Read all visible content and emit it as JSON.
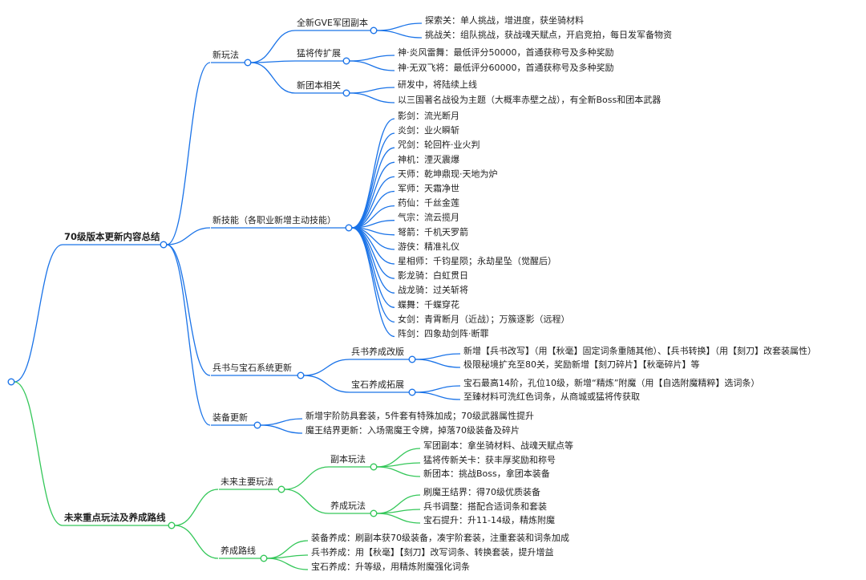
{
  "colors": {
    "update_branch": "#1a73e8",
    "future_branch": "#34c759"
  },
  "update": {
    "title": "70级版本更新内容总结",
    "new_modes": {
      "title": "新玩法",
      "gve": {
        "title": "全新GVE军团副本",
        "items": [
          "探索关：单人挑战，增进度，获坐骑材料",
          "挑战关：组队挑战，获战魂天赋点，开启竞拍，每日发军备物资"
        ]
      },
      "general": {
        "title": "猛将传扩展",
        "items": [
          "神·炎风雷舞：最低评分50000，首通获称号及多种奖励",
          "神·无双飞将：最低评分60000，首通获称号及多种奖励"
        ]
      },
      "team": {
        "title": "新团本相关",
        "items": [
          "研发中，将陆续上线",
          "以三国著名战役为主题（大概率赤壁之战），有全新Boss和团本武器"
        ]
      }
    },
    "skills": {
      "title": "新技能（各职业新增主动技能）",
      "items": [
        "影剑：流光断月",
        "炎剑：业火瞬斩",
        "咒剑：轮回杵·业火判",
        "神机：湮灭震爆",
        "天师：乾坤鼎现·天地为炉",
        "军师：天霜净世",
        "药仙：千丝金莲",
        "气宗：流云揽月",
        "弩箭：千机天罗箭",
        "游侠：精准礼仪",
        "星相师：千钧星陨；永劫星坠（觉醒后）",
        "影龙骑：白虹贯日",
        "战龙骑：过关斩将",
        "蝶舞：千蝶穿花",
        "女剑：青霄断月（近战）；万簇逐影（远程）",
        "阵剑：四象劫剑阵·断罪"
      ]
    },
    "books": {
      "title": "兵书与宝石系统更新",
      "book": {
        "title": "兵书养成改版",
        "items": [
          "新增【兵书改写】（用【秋毫】固定词条重随其他）、【兵书转换】（用【刻刀】改套装属性）",
          "极限秘境扩充至80关，奖励新增【刻刀碎片】【秋毫碎片】等"
        ]
      },
      "gem": {
        "title": "宝石养成拓展",
        "items": [
          "宝石最高14阶，孔位10级，新增“精炼”附魔（用【自选附魔精粹】选词条）",
          "至臻材料可洗红色词条，从商城或猛将传获取"
        ]
      }
    },
    "gear": {
      "title": "装备更新",
      "items": [
        "新增宇阶防具套装，5件套有特殊加成；70级武器属性提升",
        "魔王结界更新：入场需魔王令牌，掉落70级装备及碎片"
      ]
    }
  },
  "future": {
    "title": "未来重点玩法及养成路线",
    "main": {
      "title": "未来主要玩法",
      "dungeon": {
        "title": "副本玩法",
        "items": [
          "军团副本：拿坐骑材料、战魂天赋点等",
          "猛将传新关卡：获丰厚奖励和称号",
          "新团本：挑战Boss，拿团本装备"
        ]
      },
      "growth": {
        "title": "养成玩法",
        "items": [
          "刷魔王结界：得70级优质装备",
          "兵书调整：搭配合适词条和套装",
          "宝石提升：升11-14级，精炼附魔"
        ]
      }
    },
    "route": {
      "title": "养成路线",
      "items": [
        "装备养成：刷副本获70级装备，凑宇阶套装，注重套装和词条加成",
        "兵书养成：用【秋毫】【刻刀】改写词条、转换套装，提升增益",
        "宝石养成：升等级，用精炼附魔强化词条"
      ]
    }
  }
}
